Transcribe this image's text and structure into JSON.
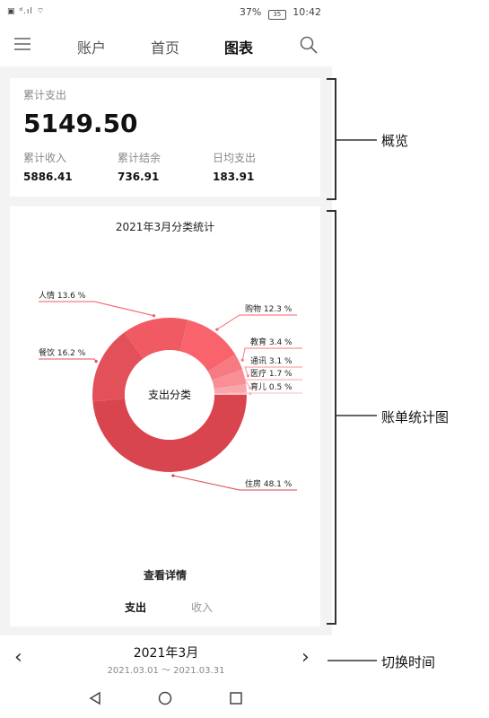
{
  "status_bar": {
    "battery": "37%",
    "time": "10:42",
    "battery_icon_text": "35"
  },
  "top_nav": {
    "tabs": [
      "账户",
      "首页",
      "图表"
    ],
    "active_tab": "图表"
  },
  "overview": {
    "total_expense_label": "累计支出",
    "total_expense_value": "5149.50",
    "stats": [
      {
        "label": "累计收入",
        "value": "5886.41"
      },
      {
        "label": "累计结余",
        "value": "736.91"
      },
      {
        "label": "日均支出",
        "value": "183.91"
      }
    ]
  },
  "chart_card": {
    "title": "2021年3月分类统计",
    "view_details": "查看详情",
    "toggle": [
      "支出",
      "收入"
    ],
    "active_toggle": "支出"
  },
  "chart_data": {
    "type": "pie",
    "title": "2021年3月分类统计",
    "center_label": "支出分类",
    "slices": [
      {
        "label": "住房",
        "percent": 48.1,
        "label_text": "住房 48.1 %",
        "color": "#d9454f"
      },
      {
        "label": "餐饮",
        "percent": 16.2,
        "label_text": "餐饮 16.2 %",
        "color": "#e2515a"
      },
      {
        "label": "人情",
        "percent": 13.6,
        "label_text": "人情 13.6 %",
        "color": "#f05a63"
      },
      {
        "label": "购物",
        "percent": 12.3,
        "label_text": "购物 12.3 %",
        "color": "#f8636c"
      },
      {
        "label": "教育",
        "percent": 3.4,
        "label_text": "教育 3.4 %",
        "color": "#f57a82"
      },
      {
        "label": "通讯",
        "percent": 3.1,
        "label_text": "通讯 3.1 %",
        "color": "#f78f95"
      },
      {
        "label": "医疗",
        "percent": 1.7,
        "label_text": "医疗 1.7 %",
        "color": "#f9a5aa"
      },
      {
        "label": "育儿",
        "percent": 0.5,
        "label_text": "育儿 0.5 %",
        "color": "#fbbcc0"
      }
    ]
  },
  "period": {
    "month": "2021年3月",
    "range": "2021.03.01 ～ 2021.03.31"
  },
  "annotations": {
    "overview": "概览",
    "chart": "账单统计图",
    "switch_time": "切换时间"
  }
}
